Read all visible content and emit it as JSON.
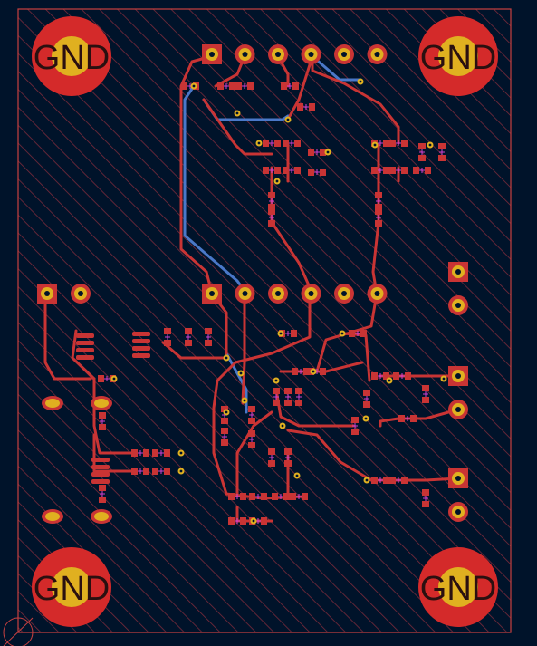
{
  "colors": {
    "background": "#00132a",
    "copper_front": "#c93434",
    "copper_back": "#4a78c8",
    "pad_gold": "#e0b020",
    "mounting_red": "#d42a2a",
    "hatch": "#7a2a3a",
    "silkscreen": "#e8e8e8",
    "board_edge": "#c8c8c8"
  },
  "mounting_holes": [
    {
      "label": "GND"
    },
    {
      "label": "GND"
    },
    {
      "label": "GND"
    },
    {
      "label": "GND"
    }
  ],
  "connectors": {
    "top_header": {
      "pin_count": 6
    },
    "mid_header": {
      "pin_count": 6
    },
    "left_pair": {
      "pin_count": 2
    },
    "right_col_top": {
      "pin_count": 2
    },
    "right_col_mid": {
      "pin_count": 2
    },
    "right_col_low": {
      "pin_count": 2
    },
    "left_small_top": {
      "pin_count": 2
    },
    "left_small_bot": {
      "pin_count": 2
    }
  },
  "components": {
    "smd_pair_count": 60
  }
}
